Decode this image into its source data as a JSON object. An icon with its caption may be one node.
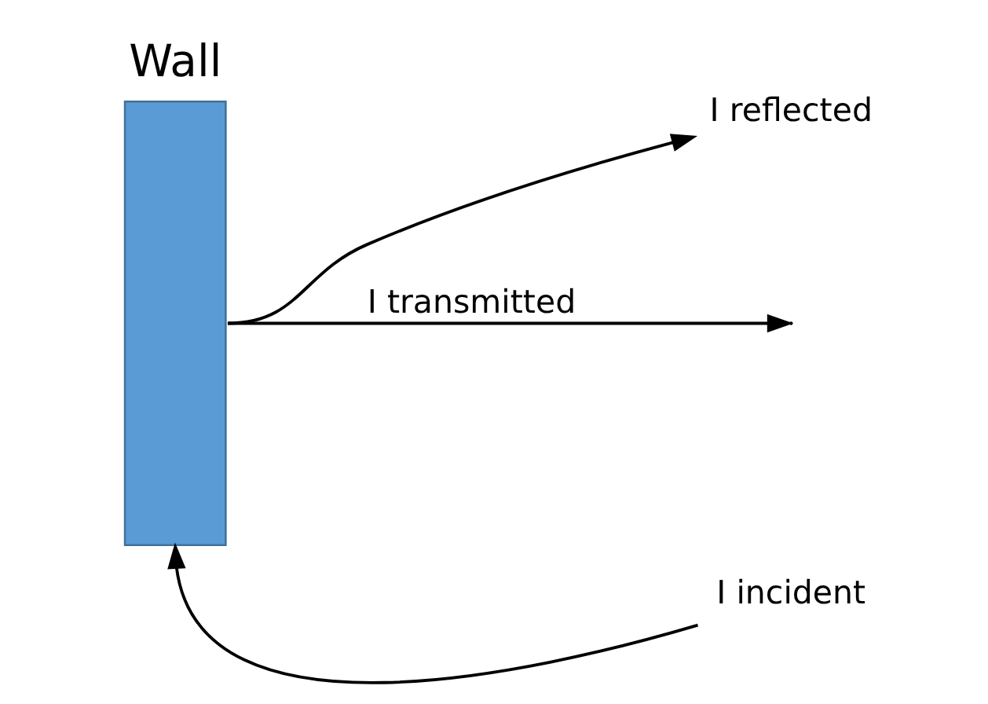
{
  "diagram": {
    "nodes": [
      {
        "text": [
          "Wall"
        ]
      },
      {
        "text": [
          "I incident"
        ]
      },
      {
        "text": [
          "I reflected"
        ]
      }
    ],
    "edges": [
      {
        "from": 1,
        "to": 0,
        "arrow": "to"
      },
      {
        "from": 0,
        "to": 2,
        "arrow": "to"
      },
      {
        "from": 0,
        "to": null,
        "arrow": "to",
        "label": "I transmitted"
      }
    ]
  }
}
